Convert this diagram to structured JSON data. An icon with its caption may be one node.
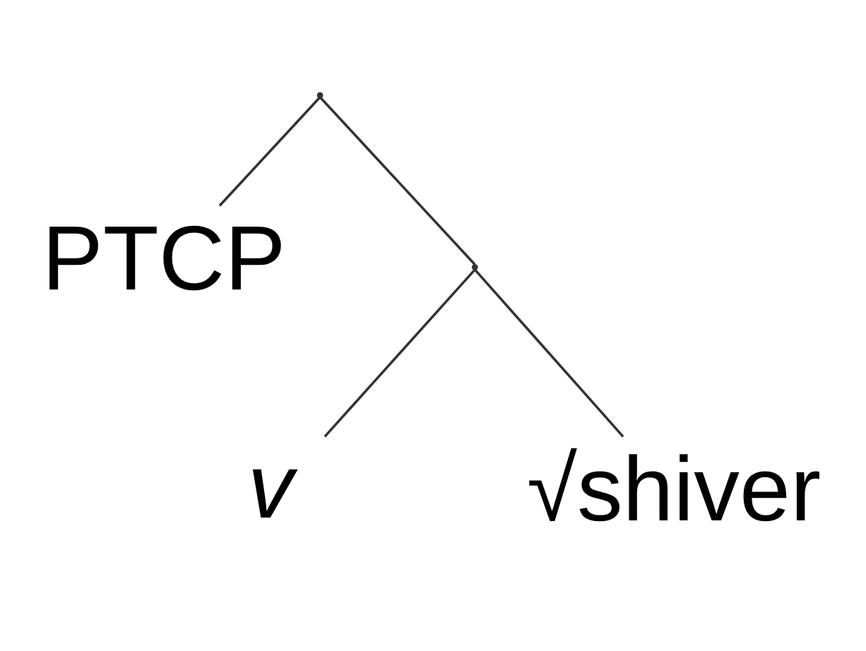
{
  "diagram": {
    "nodes": [
      {
        "text": [],
        "shape": "point"
      },
      {
        "text": [
          "PTCP"
        ]
      },
      {
        "text": [],
        "shape": "point"
      },
      {
        "text": [
          "v"
        ]
      },
      {
        "text": [
          "√shiver"
        ]
      }
    ],
    "edges": [
      {
        "from": 0,
        "to": 1,
        "arrow": "none"
      },
      {
        "from": 0,
        "to": 2,
        "arrow": "none"
      },
      {
        "from": 2,
        "to": 3,
        "arrow": "none"
      },
      {
        "from": 2,
        "to": 4,
        "arrow": "none"
      }
    ]
  }
}
